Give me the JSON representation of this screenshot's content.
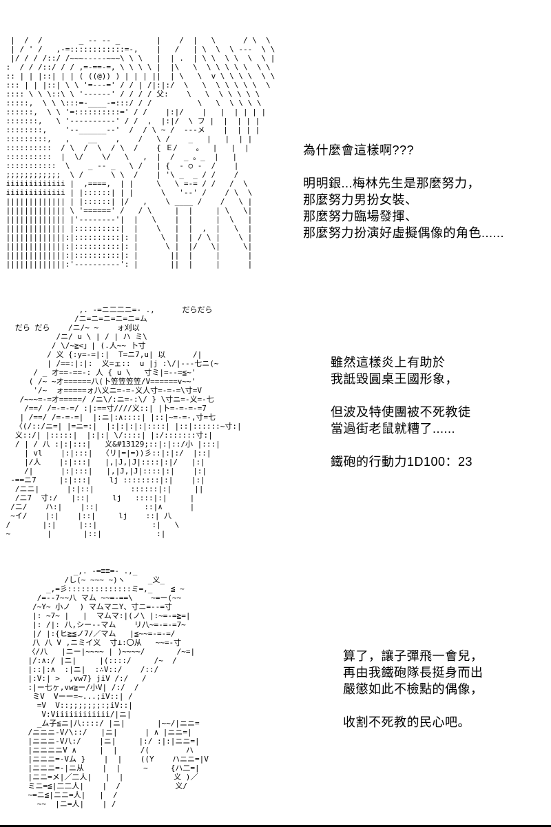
{
  "page": {
    "background": "#ffffff",
    "text_color": "#000000"
  },
  "sections": [
    {
      "name": "top",
      "art": [
        "  |  /  /        _ -- -- _        |    /  |   \\      / \\  \\",
        "  | / ' /   ,-=::::::::::::=-,    |   /   | \\  \\  \\ ---  \\ \\",
        "  |/ / / /::/ /~~~-----~~~\\ \\ \\   |  | .  | \\ \\  \\ \\  \\  \\ |",
        " :  / / /::/ / / ,=-==-=, \\ \\ \\ \\ |  |\\   \\  \\ \\ \\ \\ \\  \\ \\",
        " :: | | |::| | | ( ((@)) ) | | | ||  | \\   \\  v \\ \\ \\ \\  \\ \\",
        " ::: | | |::| \\ \\ '=---=' / / | /|:|:/  \\   \\  \\ \\ \\ \\ \\  \\",
        " :::: \\ \\ \\::\\ \\ '------' / / / / 父:    \\   \\  \\ \\ \\ \\ \\",
        " :::::,  \\ \\ \\:::=-____-=:::/ / /          \\   \\  \\ \\ \\ \\",
        " ::::::,  \\ \\ '=::::::::::=' / /    |:|/    |   |  | | | |",
        " :::::::,   \\ '----------' / /  ,  |:|/  \\ フ |  |  | | |",
        " ::::::::,    '--______--'  /  / \\ ~ /  ---メ    |  | | |",
        " :::::::::,   ,    __    ,    /   \\ /    _   |   |  | |",
        " ::::::::::  / \\  /  \\  / \\  /    { Ｅ/    。  |   |  |",
        " ::::::::::  |  \\/    \\/   \\   ,  |  /  _ 。_  |   |",
        " :::::::::::  \\    _ -- _   \\ /   | {  - ○ -  /    |",
        " ;;;;;;;;;;;;  \\ /      \\ \\  /    | '\\ _  _ / /    /",
        " iiiiiiiiiiiii |  ,====,  | |     \\   \\ =-= / /   /  \\",
        " iiiiiiiiiiiii | |::::::| | |      \\   '--' /    / \\  \\",
        " ||||||||||||| | |::::::| |/   ,    \\ ____ /    /   \\ |",
        " ||||||||||||| \\ '======' /   / \\     |  |     | \\   \\|",
        " ||||||||||||| |'--------'|  |   \\    |  |     |  \\   |",
        " ||||||||||||| |::::::::::|  |    \\   |  |  ,  |   \\  |",
        " |||||||||||||:|::::::::::|: |     \\  |  | / \\ |    \\ |",
        " |||||||||||||:|::::::::::|: |      \\ |  |/   \\|     \\|",
        " |||||||||||||:|::::::::::|: |       ||  |     |      |",
        " |||||||||||||:'----------': |       ||  |     |      |"
      ],
      "dialogue": [
        "為什麼會這樣啊???",
        "",
        "明明銀...梅林先生是那麼努力，",
        "那麼努力男扮女裝、",
        "那麼努力臨場發揮、",
        "那麼努力扮演好虛擬偶像的角色......"
      ]
    },
    {
      "name": "middle",
      "art": [
        "                 ,. -=ニ二二ニ=- .,      だらだら",
        "                /ニ=ニ=ニ=ニ=ニ=ム",
        "   だら だら    /ニ/~ ~    ォ刈以",
        "            /ニ/ u \\ | / | ハ ミ\\",
        "           / \\/~≧<」| (.人~~ 卜寸",
        "          / 义 {:y=-=|:|  T=ニ7,u| 以      /|",
        "          | /==:|:|:  义=ェ::  u |j :\\/|---七ニ(~",
        "       / _ オ==-==-: 人 { u \\   寸ミ|=--=≦~'",
        "      ( /~ ~オ======八(卜笠笠笠笠/V======v~~'",
        "       '/~  ォ=====ォ八义ニ=-=-义人寸=-=-=\\寸=V",
        "    /~~~=-=オ=====/ /ニ\\/:ニ=-:\\/ } \\寸ニ=-义=-七",
        "     /==/ /=-=-=/ :|:==寸////义::| |卜=-=-=-=7",
        "    | /==/ /=-=-=|  |:ニ|:∧::::| |::|~=-=-,寸=七",
        "   〈(/::/ニ=| |=ニ=:|  |:|:|:|:|::::| |::|::::::~寸:|",
        "   义::/| |:::::|  |:|:| \\/::::| |:/:::::::寸:|",
        "   / | / 八 :|:|:::|   义&#13129;::|:|::/小 |:::|",
        "     | vl    |:|:::|  〈リ|=|=))彡::|:|:/  |::|",
        "     |/人    |:|:::|   |,|J,|J|::::|:|/   |:|",
        "     /|      |:|:::|   |,|J,|J|::::|:|    |:|",
        "  -==ニ7     |:|:::|    lj ::::::::|:|    |:|",
        "   /ニニ|      |:|::|        ::::::|:|     ||",
        "   /ニ7  寸:/   |::|     lj   ::::|:|     |",
        "  /ニ/    ハ:|    |::|          ::|∧      |",
        "  ~イ/    |:|    |::|     lj    ::| 八",
        " /       |:|     |::|            :|   \\",
        " ~        |       |::|            :|"
      ],
      "dialogue": [
        "雖然這樣炎上有助於",
        "我詆毀圓桌王國形象，",
        "",
        "但波及特使團被不死教徒",
        "當過街老鼠就糟了......",
        "",
        "鐵砲的行動力1D100：23"
      ]
    },
    {
      "name": "bottom",
      "art": [
        "              _,. -=≡≡=- .,_",
        "            /し(~ ~~~ ~)ヽ     _义_",
        "        _,=彡::::::::::::::ミ=,_    ≦ ~",
        "      /=--7~~八 マム ~~=-==\\    ~=ー(~~",
        "     /~Y~ 小ノ  ) マムマニY、寸ニ=--=寸",
        "     |: ~7~ |   |  マムマ:|(ノ\\ |:~=-=≧=|",
        "     |: /|: 八,シー--マム    リ八~=-=-=7~",
        "     |/ |:{ヒ≧≦ノ7/／マム   |≦~~=-=-=/",
        "     八 八 V ,ニミイ义  寸⊥:〇从   ~~=-寸",
        "    〈/八   |ニー|~~~~ | )~~~~/       /~=|",
        "    |/:∧:/ |ニ|     |(::::/     /~  /",
        "    |::|:∧  :|ニ|  :∴V::/    /::/",
        "    |:V:| >  ,vw7} jiV /:/   /",
        "    :|ー七ヶ,vw≧ー/小V| /:/  /",
        "     ミV  Vーー=~...;iV::| /",
        "      =V  V::;;;;;;;:;iV::|",
        "       V:Viiiiiiiiiiii/|ニ|",
        "      _ム子≦ニ|八::::/ |ニ|       |~~/|ニニ=",
        "    /ニニニ-V/\\::/   |ニ|      | ∧ |ニニ=|",
        "    |ニニニ-V八:/    |ニ|     |:/ :|:|ニニ=|",
        "    |ニニニニV ∧     |  |     /(        ハ",
        "    |ニニニ=-Vム }    |  |    ((Y    ハニニ=|V",
        "    |ニニニ=-|ニ从    |  |     ~     {ハ二=|",
        "    |ニニ=メ|／二人|   |  |           义 )／",
        "    ミニ=≦|二二人|    |  /            义/",
        "    ~=ニ≦|ニニ=人|   |  /",
        "      ~~  |ニ=人|    | /"
      ],
      "dialogue": [
        "算了，讓子彈飛一會兒，",
        "再由我鐵砲隊長挺身而出",
        "嚴懲如此不檢點的偶像，",
        "",
        "收割不死教的民心吧。"
      ]
    }
  ]
}
